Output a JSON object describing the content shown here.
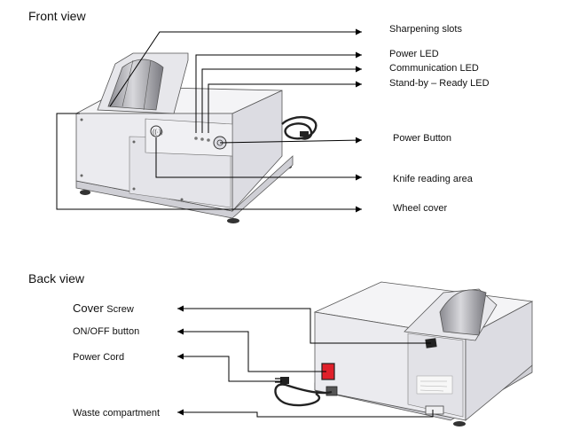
{
  "front": {
    "heading": "Front view",
    "labels": {
      "sharpening_slots": "Sharpening slots",
      "power_led": "Power LED",
      "communication_led": "Communication LED",
      "standby_led": "Stand-by – Ready LED",
      "power_button": "Power Button",
      "knife_reading": "Knife reading area",
      "wheel_cover": "Wheel cover"
    }
  },
  "back": {
    "heading": "Back view",
    "labels": {
      "cover_screw_big": "Cover ",
      "cover_screw_small": "Screw",
      "onoff": "ON/OFF button",
      "power_cord": "Power Cord",
      "waste": "Waste compartment"
    }
  },
  "colors": {
    "panel_front": "#ebebef",
    "panel_top": "#f6f6f8",
    "panel_side": "#dcdce2",
    "switch_red": "#e0202a"
  }
}
